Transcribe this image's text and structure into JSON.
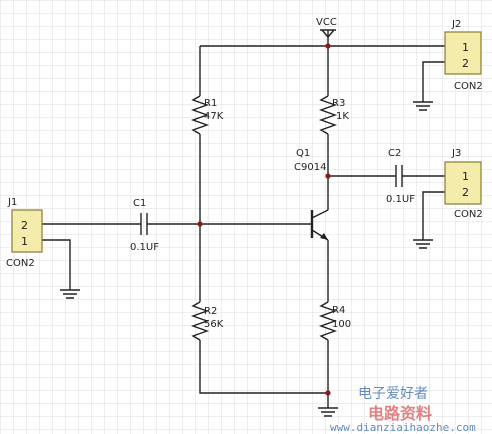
{
  "power": {
    "vcc": "VCC"
  },
  "connectors": {
    "j1": {
      "ref": "J1",
      "type": "CON2",
      "pins": [
        "2",
        "1"
      ]
    },
    "j2": {
      "ref": "J2",
      "type": "CON2",
      "pins": [
        "1",
        "2"
      ]
    },
    "j3": {
      "ref": "J3",
      "type": "CON2",
      "pins": [
        "1",
        "2"
      ]
    }
  },
  "capacitors": {
    "c1": {
      "ref": "C1",
      "value": "0.1UF"
    },
    "c2": {
      "ref": "C2",
      "value": "0.1UF"
    }
  },
  "resistors": {
    "r1": {
      "ref": "R1",
      "value": "47K"
    },
    "r2": {
      "ref": "R2",
      "value": "56K"
    },
    "r3": {
      "ref": "R3",
      "value": "1K"
    },
    "r4": {
      "ref": "R4",
      "value": "100"
    }
  },
  "transistor": {
    "ref": "Q1",
    "part": "C9014"
  },
  "watermark": {
    "line1": "电子爱好者",
    "line2": "电路资料",
    "line3": "www.dianziaihaozhe.com"
  },
  "colors": {
    "grid": "#dcdcdc",
    "wire": "#222222",
    "connector_fill": "#f3ecaa",
    "junction": "#8b1a1a"
  }
}
